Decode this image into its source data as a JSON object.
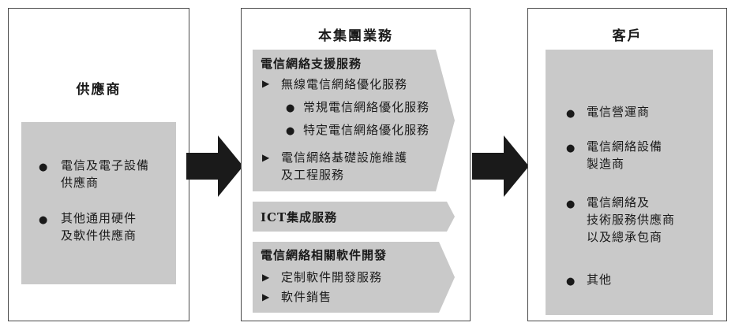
{
  "suppliers": {
    "title": "供應商",
    "items": [
      {
        "line1": "電信及電子設備",
        "line2": "供應商"
      },
      {
        "line1": "其他通用硬件",
        "line2": "及軟件供應商"
      }
    ]
  },
  "business": {
    "title": "本集團業務",
    "support": {
      "heading": "電信網絡支援服務",
      "wireless": "無線電信網絡優化服務",
      "regular": "常規電信網絡優化服務",
      "specific": "特定電信網絡優化服務",
      "infra_line1": "電信網絡基礎設施維護",
      "infra_line2": "及工程服務"
    },
    "ict": {
      "heading": "ICT集成服務"
    },
    "software": {
      "heading": "電信網絡相關軟件開發",
      "custom": "定制軟件開發服務",
      "sales": "軟件銷售"
    }
  },
  "customers": {
    "title": "客戶",
    "items": [
      {
        "line1": "電信營運商",
        "line2": ""
      },
      {
        "line1": "電信網絡設備",
        "line2": "製造商"
      },
      {
        "line1": "電信網絡及",
        "line2": "技術服務供應商",
        "line3": "以及總承包商"
      },
      {
        "line1": "其他",
        "line2": ""
      }
    ]
  },
  "colors": {
    "panel": "#c9c9c9",
    "arrow": "#1a1a1a",
    "border": "#4a4a4a"
  }
}
